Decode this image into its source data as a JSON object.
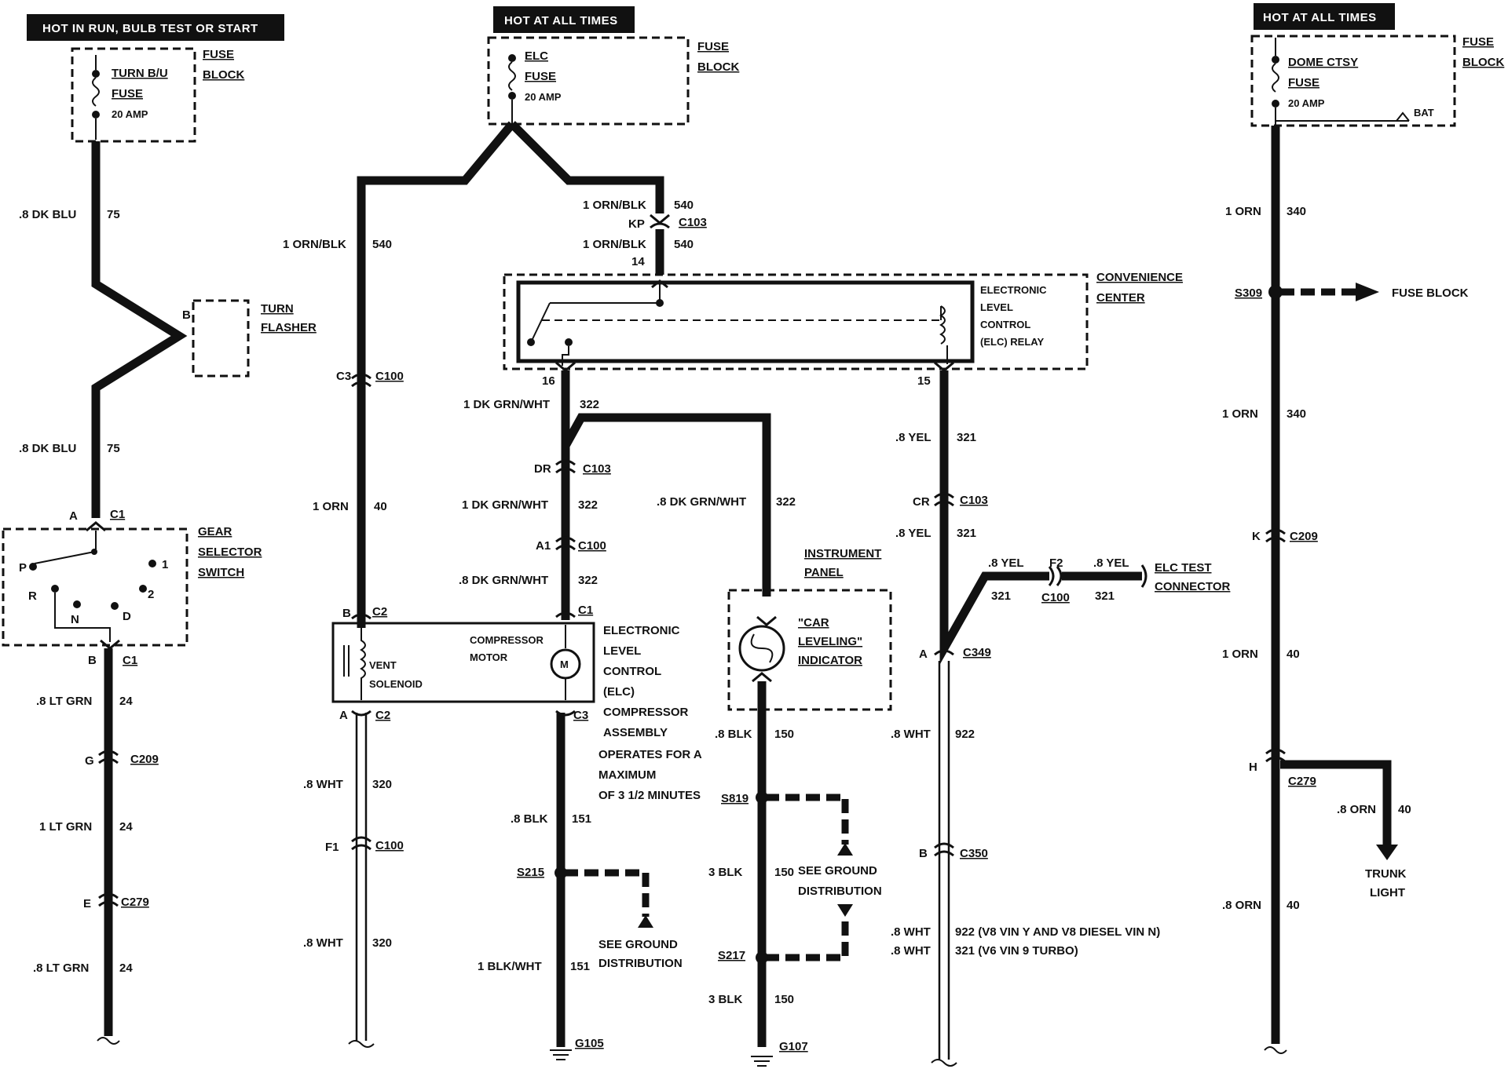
{
  "circuits": {
    "turn": {
      "header": "HOT IN RUN, BULB TEST OR START",
      "fuse_block": [
        "FUSE",
        "BLOCK"
      ],
      "fuse_name": [
        "TURN B/U",
        "FUSE"
      ],
      "fuse_amp": "20 AMP",
      "wire_top": {
        "gauge": ".8 DK BLU",
        "circuit": "75"
      },
      "flasher_pin": "B",
      "flasher": [
        "TURN",
        "FLASHER"
      ],
      "wire_mid": {
        "gauge": ".8 DK BLU",
        "circuit": "75"
      },
      "gear_pin_a": "A",
      "gear_conn_a": "C1",
      "gear_switch": [
        "GEAR",
        "SELECTOR",
        "SWITCH"
      ],
      "positions": [
        "P",
        "1",
        "R",
        "2",
        "N",
        "D"
      ],
      "gear_pin_b": "B",
      "gear_conn_b": "C1",
      "w1": {
        "gauge": ".8 LT GRN",
        "circuit": "24"
      },
      "conn_g": {
        "pin": "G",
        "conn": "C209"
      },
      "w2": {
        "gauge": "1 LT GRN",
        "circuit": "24"
      },
      "conn_e": {
        "pin": "E",
        "conn": "C279"
      },
      "w3": {
        "gauge": ".8 LT GRN",
        "circuit": "24"
      }
    },
    "elc": {
      "header": "HOT AT ALL TIMES",
      "fuse_name": [
        "ELC",
        "FUSE"
      ],
      "fuse_amp": "20 AMP",
      "fuse_block": [
        "FUSE",
        "BLOCK"
      ],
      "left_wire": {
        "gauge": "1 ORN/BLK",
        "circuit": "540"
      },
      "c3_pin": "C3",
      "c3_conn": "C100",
      "orn_wire": {
        "gauge": "1 ORN",
        "circuit": "40"
      },
      "b_pin": "B",
      "b_conn": "C2",
      "right_wire_a": {
        "gauge": "1 ORN/BLK",
        "circuit": "540"
      },
      "kp_pin": "KP",
      "kp_conn": "C103",
      "right_wire_b": {
        "gauge": "1 ORN/BLK",
        "circuit": "540"
      },
      "pin_14": "14",
      "conv_center": [
        "CONVENIENCE",
        "CENTER"
      ],
      "relay": [
        "ELECTRONIC",
        "LEVEL",
        "CONTROL",
        "(ELC) RELAY"
      ],
      "pin_16": "16",
      "pin_15": "15",
      "grn1": {
        "gauge": "1 DK GRN/WHT",
        "circuit": "322"
      },
      "dr_pin": "DR",
      "dr_conn": "C103",
      "grn2": {
        "gauge": "1 DK GRN/WHT",
        "circuit": "322"
      },
      "a1_pin": "A1",
      "a1_conn": "C100",
      "grn3": {
        "gauge": ".8 DK GRN/WHT",
        "circuit": "322"
      },
      "c1_conn": "C1",
      "compressor": [
        "COMPRESSOR",
        "MOTOR"
      ],
      "motor_symbol": "M",
      "vent": [
        "VENT",
        "SOLENOID"
      ],
      "elc_label": [
        "ELECTRONIC",
        "LEVEL",
        "CONTROL",
        "(ELC)",
        "COMPRESSOR",
        "ASSEMBLY"
      ],
      "operates": [
        "OPERATES FOR A",
        "MAXIMUM",
        "OF 3 1/2 MINUTES"
      ],
      "a_pin": "A",
      "a_conn": "C2",
      "c3_bottom": "C3",
      "wht1": {
        "gauge": ".8 WHT",
        "circuit": "320"
      },
      "f1_pin": "F1",
      "f1_conn": "C100",
      "wht2": {
        "gauge": ".8 WHT",
        "circuit": "320"
      },
      "blk1": {
        "gauge": ".8 BLK",
        "circuit": "151"
      },
      "s215": "S215",
      "see_ground": [
        "SEE GROUND",
        "DISTRIBUTION"
      ],
      "blkwht": {
        "gauge": "1 BLK/WHT",
        "circuit": "151"
      },
      "g105": "G105",
      "grn4": {
        "gauge": ".8 DK GRN/WHT",
        "circuit": "322"
      },
      "instrument_panel": [
        "INSTRUMENT",
        "PANEL"
      ],
      "indicator": [
        "\"CAR",
        "LEVELING\"",
        "INDICATOR"
      ],
      "blk2": {
        "gauge": ".8 BLK",
        "circuit": "150"
      },
      "s819": "S819",
      "see_ground2": [
        "SEE GROUND",
        "DISTRIBUTION"
      ],
      "blk3": {
        "gauge": "3 BLK",
        "circuit": "150"
      },
      "s217": "S217",
      "blk4": {
        "gauge": "3 BLK",
        "circuit": "150"
      },
      "g107": "G107",
      "yel1": {
        "gauge": ".8 YEL",
        "circuit": "321"
      },
      "cr_pin": "CR",
      "cr_conn": "C103",
      "yel2": {
        "gauge": ".8 YEL",
        "circuit": "321"
      },
      "yel3": {
        "gauge": ".8 YEL",
        "circuit": "321"
      },
      "f2_pin": "F2",
      "f2_conn": "C100",
      "yel4": {
        "gauge": ".8 YEL",
        "circuit": "321"
      },
      "elc_test": [
        "ELC TEST",
        "CONNECTOR"
      ],
      "c349_pin": "A",
      "c349_conn": "C349",
      "wht922": {
        "gauge": ".8 WHT",
        "circuit": "922"
      },
      "c350_pin": "B",
      "c350_conn": "C350",
      "bottom_note_1": {
        "gauge": ".8 WHT",
        "text": "922 (V8 VIN Y AND V8 DIESEL VIN N)"
      },
      "bottom_note_2": {
        "gauge": ".8 WHT",
        "text": "321 (V6 VIN 9 TURBO)"
      }
    },
    "dome": {
      "header": "HOT AT ALL TIMES",
      "fuse_name": [
        "DOME CTSY",
        "FUSE"
      ],
      "fuse_amp": "20 AMP",
      "bat": "BAT",
      "fuse_block": [
        "FUSE",
        "BLOCK"
      ],
      "w1": {
        "gauge": "1 ORN",
        "circuit": "340"
      },
      "s309": "S309",
      "to_fuse_block": "FUSE BLOCK",
      "w2": {
        "gauge": "1 ORN",
        "circuit": "340"
      },
      "k_pin": "K",
      "k_conn": "C209",
      "w3": {
        "gauge": "1 ORN",
        "circuit": "40"
      },
      "h_pin": "H",
      "h_conn": "C279",
      "trunk_wire": {
        "gauge": ".8 ORN",
        "circuit": "40"
      },
      "trunk": [
        "TRUNK",
        "LIGHT"
      ],
      "w4": {
        "gauge": ".8 ORN",
        "circuit": "40"
      }
    }
  }
}
